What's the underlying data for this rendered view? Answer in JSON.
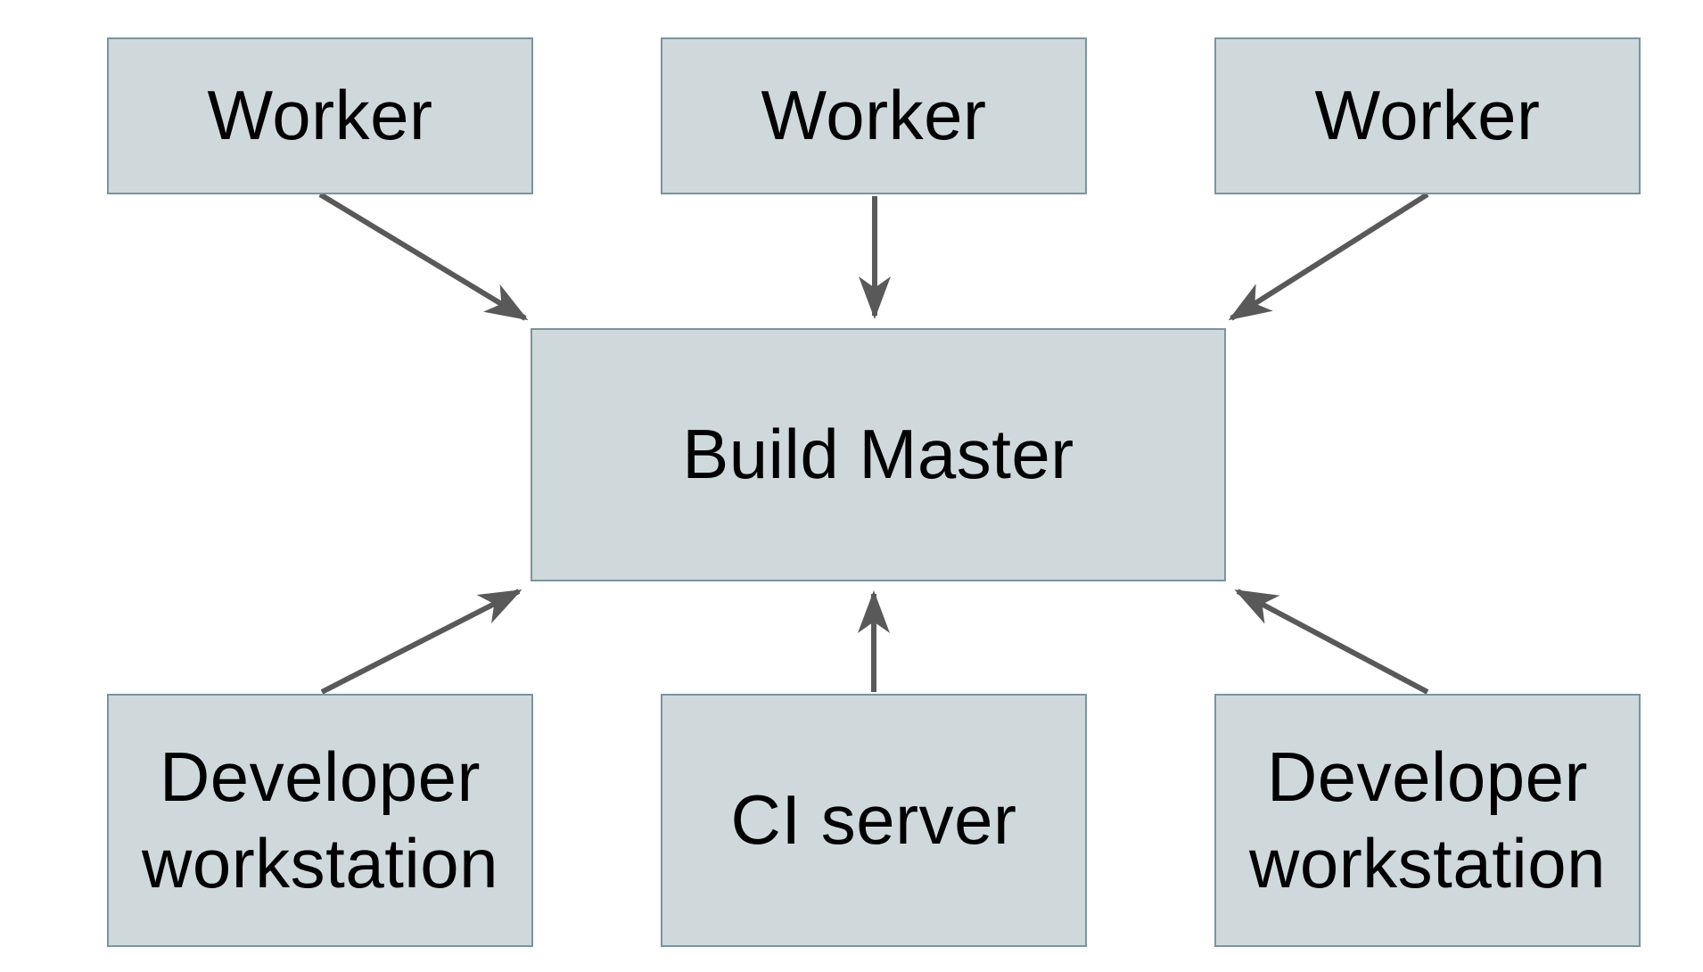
{
  "diagram": {
    "type": "architecture-diagram",
    "nodes": [
      {
        "id": "worker-1",
        "label": "Worker"
      },
      {
        "id": "worker-2",
        "label": "Worker"
      },
      {
        "id": "worker-3",
        "label": "Worker"
      },
      {
        "id": "build-master",
        "label": "Build Master"
      },
      {
        "id": "developer-workstation-1",
        "label": "Developer workstation"
      },
      {
        "id": "ci-server",
        "label": "CI server"
      },
      {
        "id": "developer-workstation-2",
        "label": "Developer workstation"
      }
    ],
    "edges": [
      {
        "from": "worker-1",
        "to": "build-master"
      },
      {
        "from": "worker-2",
        "to": "build-master"
      },
      {
        "from": "worker-3",
        "to": "build-master"
      },
      {
        "from": "developer-workstation-1",
        "to": "build-master"
      },
      {
        "from": "ci-server",
        "to": "build-master"
      },
      {
        "from": "developer-workstation-2",
        "to": "build-master"
      }
    ],
    "colors": {
      "background": "#ffffff",
      "node_fill": "#cfd9db",
      "node_border": "#7b949e",
      "arrow": "#595959",
      "text": "#000000"
    }
  }
}
